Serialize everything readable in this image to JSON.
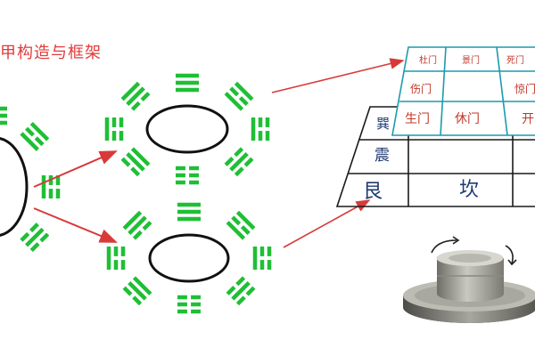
{
  "title": "甲构造与框架",
  "colors": {
    "trigram_green": "#1fbf35",
    "ring_black": "#111111",
    "arrow_red": "#d83a3a",
    "upper_grid_teal": "#1c9ab0",
    "lower_grid_black": "#1a1a1a",
    "gate_text_red": "#c0392b",
    "palace_text_navy": "#1f3b73"
  },
  "upper_grid": {
    "rows": [
      [
        "杜门",
        "景门",
        "死门"
      ],
      [
        "伤门",
        "",
        "惊门"
      ],
      [
        "生门",
        "休门",
        "开"
      ]
    ]
  },
  "lower_grid": {
    "rows": [
      [
        "巽",
        "",
        ""
      ],
      [
        "震",
        "",
        ""
      ],
      [
        "艮",
        "坎",
        ""
      ]
    ]
  },
  "rings": [
    {
      "name": "left-partial-ring"
    },
    {
      "name": "upper-ring"
    },
    {
      "name": "lower-ring"
    }
  ],
  "icons": {
    "millstone": "stone-millstone-icon",
    "rotate_left": "rotate-left-arrow-icon",
    "rotate_right": "rotate-right-arrow-icon"
  }
}
